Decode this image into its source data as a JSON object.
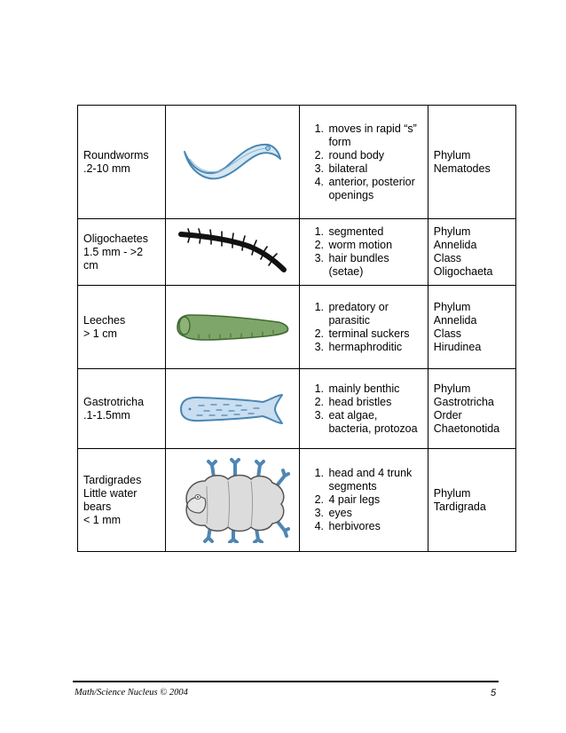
{
  "rows": [
    {
      "name_lines": [
        "Roundworms",
        ".2-10 mm"
      ],
      "picture_icon": "roundworm-icon",
      "traits": [
        "moves in rapid “s” form",
        "round body",
        "bilateral",
        "anterior, posterior openings"
      ],
      "phylum_lines": [
        "Phylum",
        "Nematodes"
      ]
    },
    {
      "name_lines": [
        "Oligochaetes",
        "1.5 mm - >2 cm"
      ],
      "picture_icon": "oligochaete-icon",
      "traits": [
        "segmented",
        "worm motion",
        "hair bundles (setae)"
      ],
      "phylum_lines": [
        "Phylum",
        "Annelida",
        "Class",
        "Oligochaeta"
      ]
    },
    {
      "name_lines": [
        "Leeches",
        "> 1 cm"
      ],
      "picture_icon": "leech-icon",
      "traits": [
        "predatory or parasitic",
        "terminal suckers",
        "hermaphroditic"
      ],
      "phylum_lines": [
        "Phylum",
        "Annelida",
        "Class Hirudinea"
      ]
    },
    {
      "name_lines": [
        "Gastrotricha",
        ".1-1.5mm"
      ],
      "picture_icon": "gastrotrich-icon",
      "traits": [
        "mainly benthic",
        "head bristles",
        "eat algae, bacteria, protozoa"
      ],
      "phylum_lines": [
        "Phylum",
        "Gastrotricha",
        "Order",
        "Chaetonotida"
      ]
    },
    {
      "name_lines": [
        "Tardigrades",
        "Little water bears",
        "< 1 mm"
      ],
      "picture_icon": "tardigrade-icon",
      "traits": [
        "head and 4 trunk segments",
        "4 pair legs",
        "eyes",
        "herbivores"
      ],
      "phylum_lines": [
        "Phylum",
        "Tardigrada"
      ]
    }
  ],
  "footer": {
    "publisher": "Math/Science Nucleus © 2004",
    "page_number": "5"
  },
  "colors": {
    "roundworm_fill": "#d5e7f1",
    "outline_blue": "#4a86b4",
    "oligochaete": "#111111",
    "leech_fill": "#7fa66a",
    "leech_outline": "#3f6a33",
    "gastrotrich_fill": "#c9def0",
    "tardigrade_fill": "#dcdcdc",
    "tardigrade_legs": "#4f86b3"
  }
}
